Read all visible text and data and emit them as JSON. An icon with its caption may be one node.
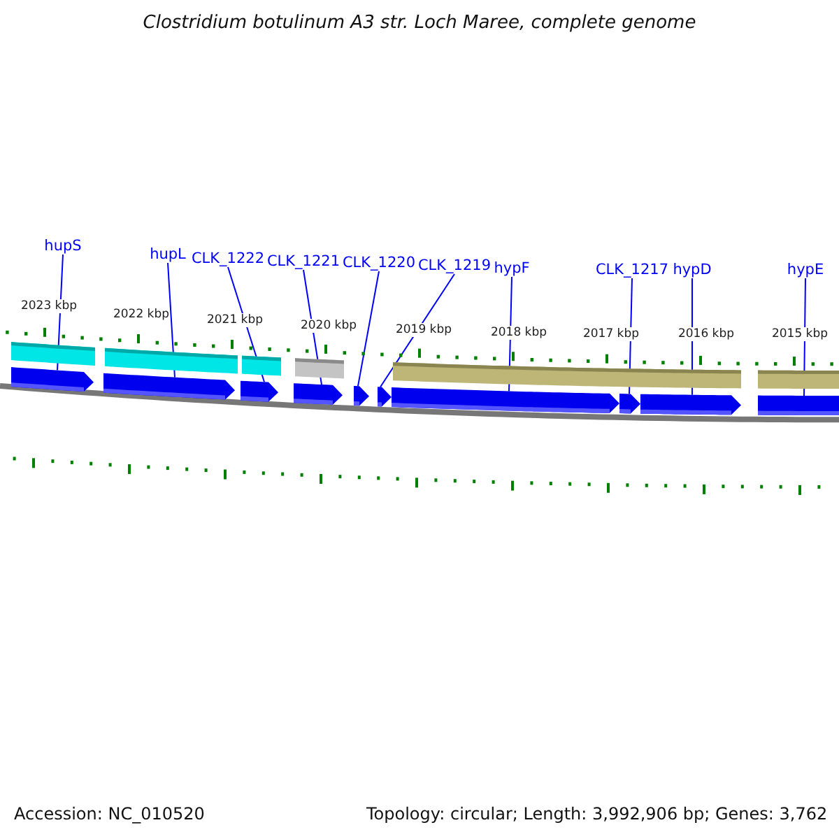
{
  "diagram": {
    "title": "Clostridium botulinum A3 str. Loch Maree, complete genome",
    "nodes": [
      {
        "text": [
          "hupS"
        ]
      },
      {
        "text": [
          "hupL"
        ]
      },
      {
        "text": [
          "CLK_1222"
        ]
      },
      {
        "text": [
          "CLK_1221"
        ]
      },
      {
        "text": [
          "CLK_1220"
        ]
      },
      {
        "text": [
          "CLK_1219"
        ]
      },
      {
        "text": [
          "hypF"
        ]
      },
      {
        "text": [
          "CLK_1217"
        ]
      },
      {
        "text": [
          "hypD"
        ]
      },
      {
        "text": [
          "hypE"
        ]
      },
      {
        "text": [],
        "shape": "bar"
      },
      {
        "text": [],
        "shape": "bar"
      },
      {
        "text": [],
        "shape": "bar"
      },
      {
        "text": [],
        "shape": "bar"
      },
      {
        "text": [],
        "shape": "bar"
      },
      {
        "text": [],
        "shape": "bar"
      },
      {
        "text": [],
        "shape": "bar"
      },
      {
        "text": [],
        "shape": "bar"
      },
      {
        "text": [],
        "shape": "bar"
      },
      {
        "text": [],
        "shape": "bar"
      }
    ],
    "edges": [
      {
        "from": 0,
        "to": 10,
        "arrow": "none"
      },
      {
        "from": 1,
        "to": 11,
        "arrow": "none"
      },
      {
        "from": 2,
        "to": 12,
        "arrow": "none"
      },
      {
        "from": 3,
        "to": 13,
        "arrow": "none"
      },
      {
        "from": 4,
        "to": 14,
        "arrow": "none"
      },
      {
        "from": 5,
        "to": 15,
        "arrow": "none"
      },
      {
        "from": 6,
        "to": 16,
        "arrow": "none"
      },
      {
        "from": 7,
        "to": 17,
        "arrow": "none"
      },
      {
        "from": 8,
        "to": 18,
        "arrow": "none"
      },
      {
        "from": 9,
        "to": 19,
        "arrow": "none"
      }
    ],
    "labels": [
      "2023 kbp",
      "2022 kbp",
      "2021 kbp",
      "2020 kbp",
      "2019 kbp",
      "2018 kbp",
      "2017 kbp",
      "2016 kbp",
      "2015 kbp",
      "Accession: NC_010520",
      "Topology: circular; Length: 3,992,906 bp; Genes: 3,762"
    ]
  }
}
